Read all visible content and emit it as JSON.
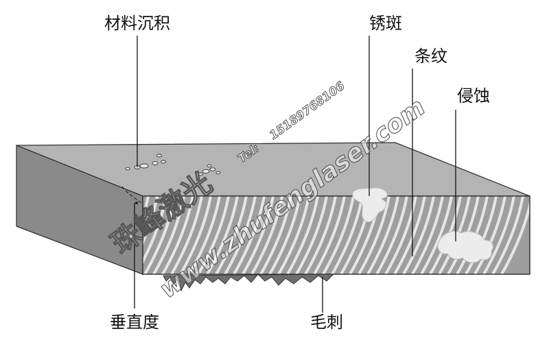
{
  "labels": {
    "deposit": "材料沉积",
    "rust": "锈斑",
    "striation": "条纹",
    "erosion": "侵蚀",
    "perpendicularity": "垂直度",
    "burr": "毛刺"
  },
  "watermark": {
    "brand": "珠峰激光",
    "phone_prefix": "Tel:",
    "phone": "15189768106",
    "url": "www.zhufenglaser.com"
  },
  "colors": {
    "top_face": "#b4b4b4",
    "front_face": "#9e9e9e",
    "side_face": "#8a8a8a",
    "striation_line": "#e6e6e6",
    "burr": "#6e6e6e",
    "defect": "#ececec",
    "outline": "#333333"
  }
}
